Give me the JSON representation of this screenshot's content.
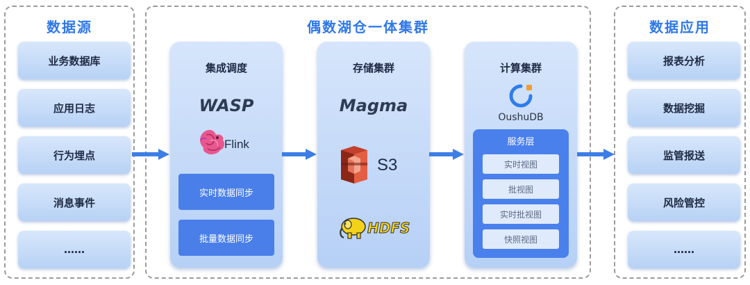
{
  "sources": {
    "title": "数据源",
    "items": [
      "业务数据库",
      "应用日志",
      "行为埋点",
      "消息事件",
      "……"
    ]
  },
  "center": {
    "title": "偶数湖仓一体集群",
    "integration": {
      "title": "集成调度",
      "logo_text": "WASP",
      "flink_label": "Flink",
      "buttons": [
        "实时数据同步",
        "批量数据同步"
      ]
    },
    "storage": {
      "title": "存储集群",
      "logo_text": "Magma",
      "s3_label": "S3",
      "hdfs_label": "HDFS"
    },
    "compute": {
      "title": "计算集群",
      "logo_caption": "OushuDB",
      "service_title": "服务层",
      "service_items": [
        "实时视图",
        "批视图",
        "实时批视图",
        "快照视图"
      ]
    }
  },
  "apps": {
    "title": "数据应用",
    "items": [
      "报表分析",
      "数据挖掘",
      "监管报送",
      "风险管控",
      "……"
    ]
  },
  "colors": {
    "accent": "#2f78e8",
    "button_blue": "#4a7fe9",
    "panel_light": "#d6e5fb",
    "arrow_blue": "#3d7ee6"
  }
}
